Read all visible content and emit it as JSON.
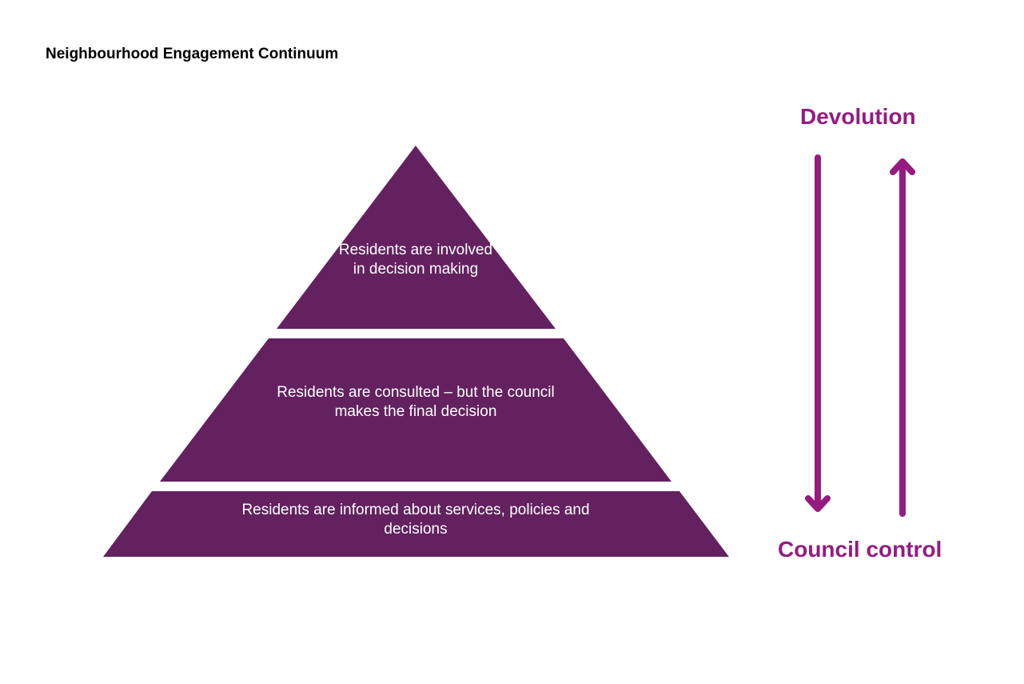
{
  "title": "Neighbourhood Engagement Continuum",
  "colors": {
    "pyramid": "#632160",
    "accent": "#951b81",
    "tier_text": "#ffffff"
  },
  "pyramid": {
    "top": "Residents are involved in decision making",
    "middle": "Residents are consulted – but the council makes the final decision",
    "bottom": "Residents are informed about services, policies and decisions"
  },
  "scale": {
    "top_label": "Devolution",
    "bottom_label": "Council control",
    "arrows": [
      "arrow-down-icon",
      "arrow-up-icon"
    ]
  }
}
